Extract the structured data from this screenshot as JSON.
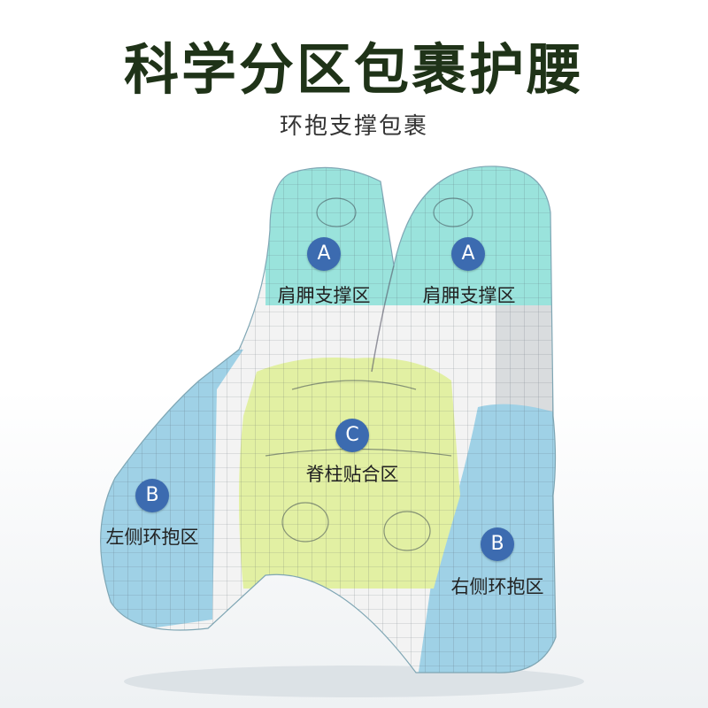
{
  "heading": {
    "title": "科学分区包裹护腰",
    "subtitle": "环抱支撑包裹"
  },
  "zones": {
    "shoulder_left": {
      "badge": "A",
      "label": "肩胛支撑区"
    },
    "shoulder_right": {
      "badge": "A",
      "label": "肩胛支撑区"
    },
    "spine": {
      "badge": "C",
      "label": "脊柱贴合区"
    },
    "wrap_left": {
      "badge": "B",
      "label": "左侧环抱区"
    },
    "wrap_right": {
      "badge": "B",
      "label": "右侧环抱区"
    }
  },
  "colors": {
    "shoulder": "#9ae3dc",
    "side": "#9fd1e6",
    "spine": "#e2f0a3",
    "white_band": "#f3f3f3",
    "badge": "#3c6bb0",
    "title": "#1f3318"
  }
}
